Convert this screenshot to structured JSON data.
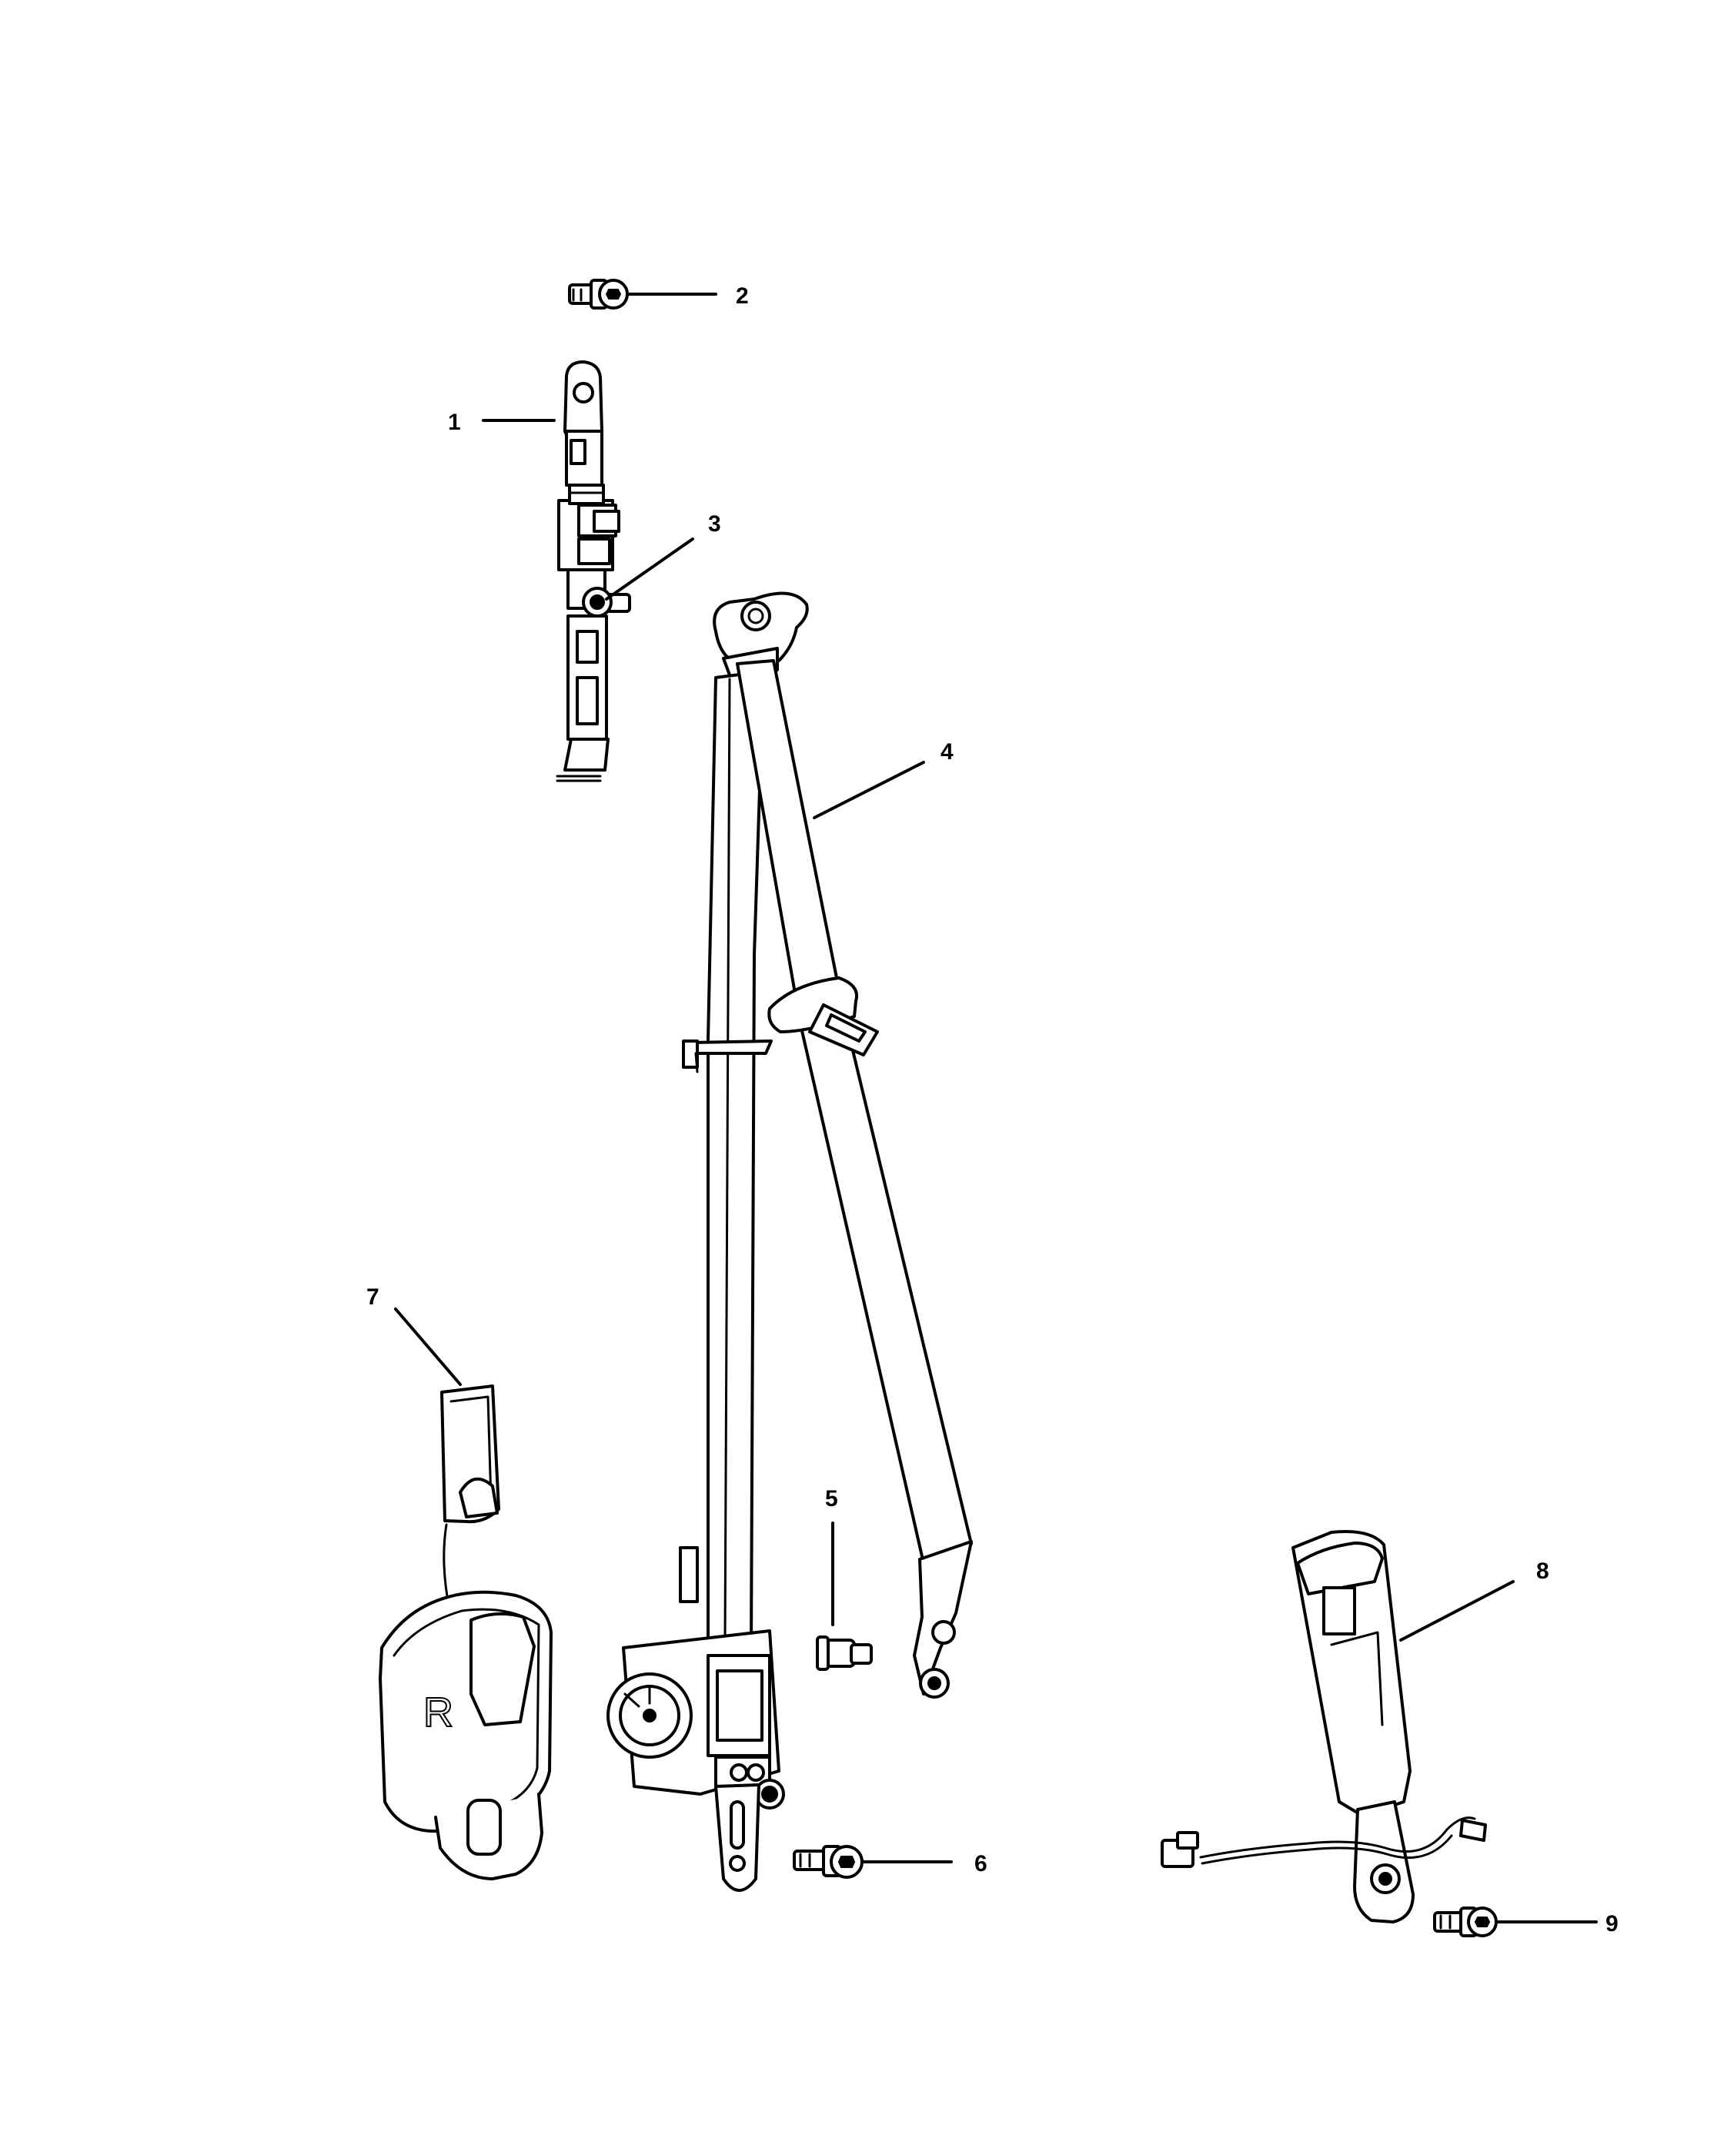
{
  "callouts": [
    {
      "number": "1"
    },
    {
      "number": "2"
    },
    {
      "number": "3"
    },
    {
      "number": "4"
    },
    {
      "number": "5"
    },
    {
      "number": "6"
    },
    {
      "number": "7"
    },
    {
      "number": "8"
    },
    {
      "number": "9"
    }
  ],
  "housing_mark": "R"
}
